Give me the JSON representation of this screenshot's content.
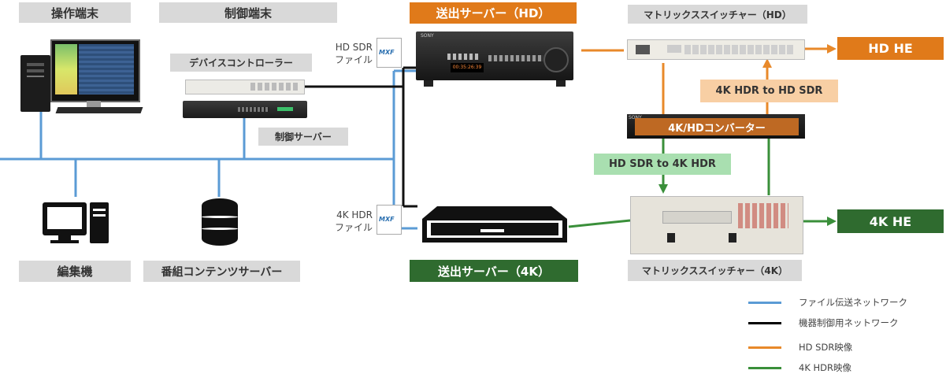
{
  "labels": {
    "operation_terminal": "操作端末",
    "control_terminal": "制御端末",
    "playout_hd": "送出サーバー（HD）",
    "matrix_hd": "マトリックススイッチャー（HD）",
    "device_controller": "デバイスコントローラー",
    "control_server": "制御サーバー",
    "editor": "編集機",
    "content_server": "番組コンテンツサーバー",
    "playout_4k": "送出サーバー（4K）",
    "matrix_4k": "マトリックススイッチャー（4K）",
    "hd_he": "HD HE",
    "k4_he": "4K HE",
    "converter": "4K/HDコンバーター",
    "hdr_to_sdr": "4K HDR to HD SDR",
    "sdr_to_hdr": "HD SDR to 4K HDR",
    "hd_sdr_file_line1": "HD SDR",
    "hd_sdr_file_line2": "ファイル",
    "k4_hdr_file_line1": "4K HDR",
    "k4_hdr_file_line2": "ファイル",
    "mxf_badge": "MXF",
    "sony_logo": "SONY",
    "timecode": "00:35:26:39"
  },
  "legend": [
    {
      "label": "ファイル伝送ネットワーク",
      "color": "#5b9bd5"
    },
    {
      "label": "機器制御用ネットワーク",
      "color": "#000000"
    },
    {
      "label": "HD SDR映像",
      "color": "#e8892a"
    },
    {
      "label": "4K HDR映像",
      "color": "#3a8f3a"
    }
  ],
  "colors": {
    "orange": "#e07a1a",
    "dark_green": "#2f6b2f",
    "light_orange": "#f8cfa4",
    "light_green": "#a9dfb0",
    "blue_line": "#5b9bd5",
    "orange_line": "#e8892a",
    "green_line": "#3a8f3a"
  }
}
